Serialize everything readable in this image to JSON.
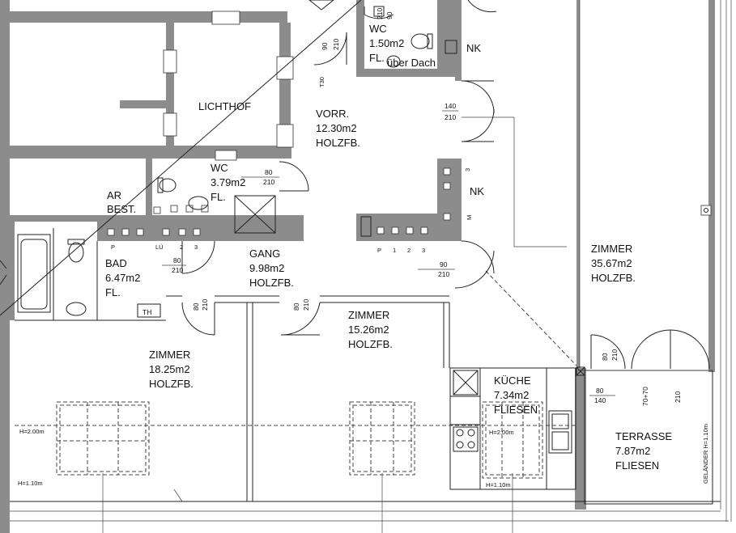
{
  "rooms": {
    "wc_top": {
      "name": "WC",
      "area": "1.50m2",
      "floor": "FL."
    },
    "lichthof": {
      "name": "LICHTHOF"
    },
    "vorr": {
      "name": "VORR.",
      "area": "12.30m2",
      "floor": "HOLZFB."
    },
    "wc": {
      "name": "WC",
      "area": "3.79m2",
      "floor": "FL."
    },
    "ar": {
      "name": "AR",
      "sub": "BEST."
    },
    "bad": {
      "name": "BAD",
      "area": "6.47m2",
      "floor": "FL."
    },
    "gang": {
      "name": "GANG",
      "area": "9.98m2",
      "floor": "HOLZFB."
    },
    "zimmer_big": {
      "name": "ZIMMER",
      "area": "35.67m2",
      "floor": "HOLZFB."
    },
    "zimmer_mid": {
      "name": "ZIMMER",
      "area": "15.26m2",
      "floor": "HOLZFB."
    },
    "zimmer_left": {
      "name": "ZIMMER",
      "area": "18.25m2",
      "floor": "HOLZFB."
    },
    "kueche": {
      "name": "KÜCHE",
      "area": "7.34m2",
      "floor": "FLIESEN"
    },
    "terrasse": {
      "name": "TERRASSE",
      "area": "7.87m2",
      "floor": "FLIESEN"
    }
  },
  "labels": {
    "nk_top": "NK",
    "nk_mid": "NK",
    "ueber_dach": "über Dach",
    "th": "TH",
    "t30": "T30",
    "gelaender": "GELÄNDER H=1.10m",
    "h200_left": "H=2.00m",
    "h110_left": "H=1.10m",
    "h200_kitchen": "H=2.00m",
    "h110_kitchen": "H=1.10m",
    "p_left": "P",
    "lue": "LÜ",
    "n2_left": "2",
    "n3_left": "3",
    "p_mid": "P",
    "n1_mid": "1",
    "n2_mid": "2",
    "n3_mid": "3",
    "nk_side_3": "3",
    "nk_side_m": "M"
  },
  "doors": {
    "wc_top": {
      "w": "210",
      "h": "90"
    },
    "vorr_left": {
      "w": "90",
      "h": "210"
    },
    "vorr_right": {
      "w": "140",
      "h": "210"
    },
    "wc": {
      "w": "80",
      "h": "210"
    },
    "bad": {
      "w": "80",
      "h": "210"
    },
    "zimmer_left": {
      "w": "80",
      "h": "210"
    },
    "zimmer_mid": {
      "w": "80",
      "h": "210"
    },
    "gang_right": {
      "w": "90",
      "h": "210"
    },
    "terr_left": {
      "w": "80",
      "h": "210"
    },
    "terr_right": {
      "w": "70+70",
      "h": "210"
    },
    "kitchen_win": {
      "w": "80",
      "h": "140"
    }
  }
}
